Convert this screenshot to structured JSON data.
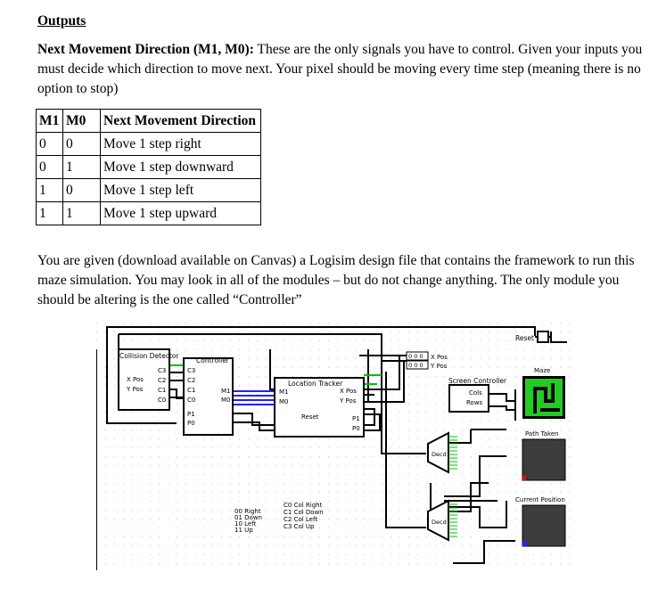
{
  "heading": "Outputs",
  "intro": {
    "bold": "Next Movement Direction (M1, M0):",
    "rest": " These are the only signals you have to control. Given your inputs you must decide which direction to move next. Your pixel should be moving every time step (meaning there is no option to stop)"
  },
  "table": {
    "headers": [
      "M1",
      "M0",
      "Next Movement Direction"
    ],
    "rows": [
      [
        "0",
        "0",
        "Move 1 step right"
      ],
      [
        "0",
        "1",
        "Move 1 step downward"
      ],
      [
        "1",
        "0",
        "Move 1 step left"
      ],
      [
        "1",
        "1",
        "Move 1 step upward"
      ]
    ]
  },
  "paragraph2": "You are given (download available on Canvas) a Logisim design file that contains the framework to run this maze simulation. You may look in all of the modules – but do not change anything. The only module you should be altering is the one called “Controller”",
  "circuit": {
    "collision": {
      "title": "Collision Detector",
      "xpos": "X Pos",
      "ypos": "Y Pos",
      "c3": "C3",
      "c2": "C2",
      "c1": "C1",
      "c0": "C0"
    },
    "controller": {
      "title": "Controller",
      "c3": "C3",
      "c2": "C2",
      "c1": "C1",
      "c0": "C0",
      "m1": "M1",
      "m0": "M0",
      "p1": "P1",
      "p0": "P0"
    },
    "tracker": {
      "title": "Location Tracker",
      "m1": "M1",
      "m0": "M0",
      "xpos": "X Pos",
      "ypos": "Y Pos",
      "reset": "Reset",
      "p1": "P1",
      "p0": "P0"
    },
    "screen": {
      "title": "Screen Controller",
      "cols": "Cols",
      "rows": "Rows",
      "xpos": "X Pos",
      "ypos": "Y Pos",
      "xdigits": "0 0 0",
      "ydigits": "0 0 0"
    },
    "labels": {
      "reset": "Reset",
      "maze": "Maze",
      "path": "Path Taken",
      "current": "Current Position",
      "decd": "Decd"
    },
    "legend_m": [
      "00 Right",
      "01 Down",
      "10 Left",
      "11 Up"
    ],
    "legend_c": [
      "C0 Col Right",
      "C1 Col Down",
      "C2 Col Left",
      "C3 Col Up"
    ],
    "colors": {
      "wire": "#000000",
      "bus": "#2222ff",
      "active": "#00c000",
      "green": "#22cc22",
      "display": "#3c3c3c",
      "red": "#ff0000"
    }
  }
}
